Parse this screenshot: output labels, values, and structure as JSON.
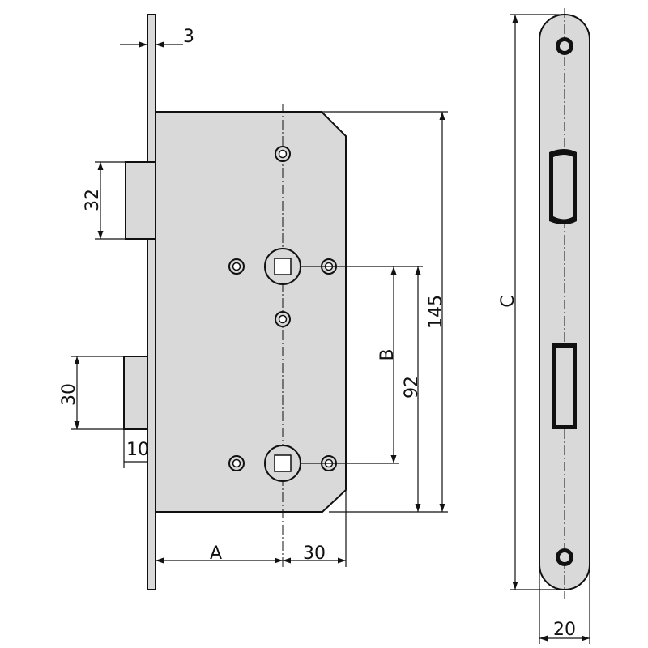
{
  "labels": {
    "faceplate_thickness": "3",
    "latch_height": "32",
    "bolt_height": "30",
    "bolt_throw": "10",
    "backset": "A",
    "handle_to_edge": "30",
    "distance_b": "B",
    "distance_92": "92",
    "body_height": "145",
    "faceplate_length": "C",
    "faceplate_width": "20"
  },
  "colors": {
    "part_fill": "#d9d9d9",
    "line": "#111111",
    "background": "#ffffff"
  }
}
